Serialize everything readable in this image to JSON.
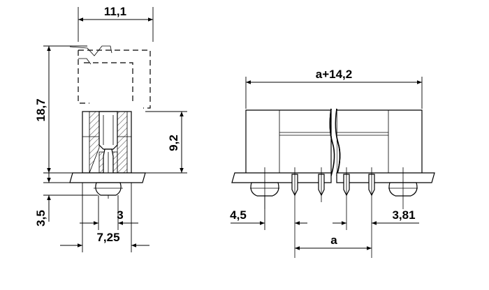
{
  "dimensions": {
    "left_top_width": "11,1",
    "left_total_height": "18,7",
    "left_body_height": "9,2",
    "left_pin_depth": "3,5",
    "left_pin_offset": "3",
    "left_bottom_width": "7,25",
    "right_total_width": "a+14,2",
    "right_edge_offset": "4,5",
    "right_pitch": "3,81",
    "right_span": "a"
  }
}
